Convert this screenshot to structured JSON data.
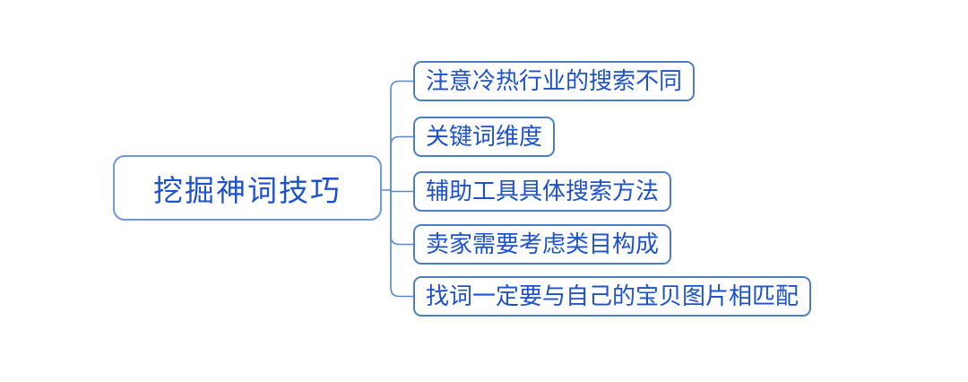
{
  "diagram": {
    "type": "mindmap",
    "root": {
      "label": "挖掘神词技巧"
    },
    "branches": [
      {
        "label": "注意冷热行业的搜索不同"
      },
      {
        "label": "关键词维度"
      },
      {
        "label": "辅助工具具体搜索方法"
      },
      {
        "label": "卖家需要考虑类目构成"
      },
      {
        "label": "找词一定要与自己的宝贝图片相匹配"
      }
    ],
    "colors": {
      "root_border": "#6f9ad3",
      "node_border": "#4d7ec5",
      "text": "#1d52cc",
      "connector": "#5c89cb",
      "background": "#ffffff"
    }
  }
}
